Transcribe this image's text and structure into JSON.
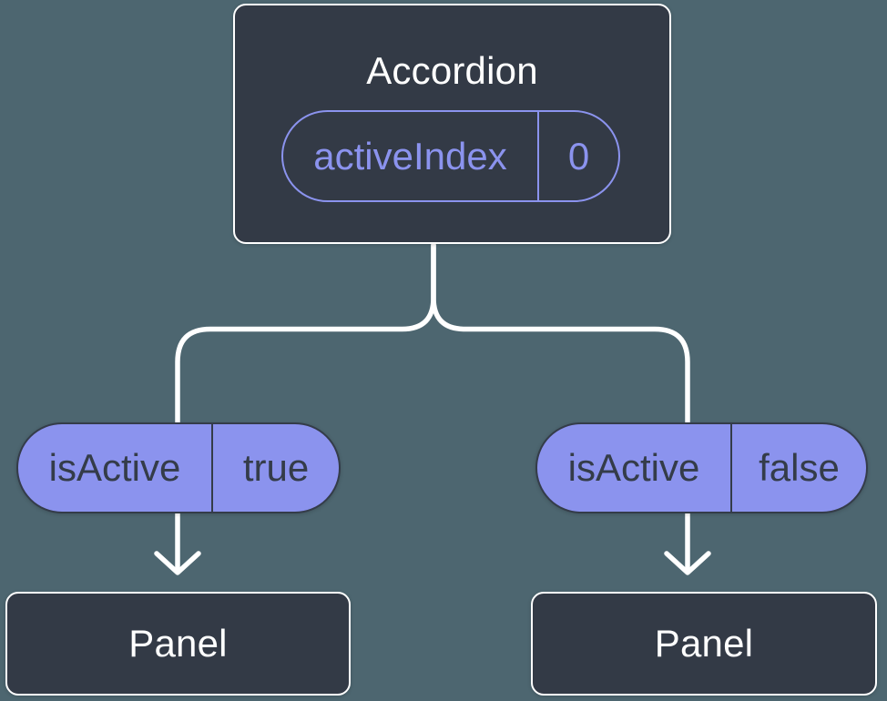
{
  "diagram": {
    "colors": {
      "bg": "#4d6670",
      "node-fill": "#333a46",
      "node-text": "#ffffff",
      "accent": "#8b93ee",
      "pill-text": "#343c49",
      "line": "#ffffff"
    },
    "root": {
      "title": "Accordion",
      "state_pill": {
        "label": "activeIndex",
        "value": "0"
      }
    },
    "branches": [
      {
        "prop_pill": {
          "label": "isActive",
          "value": "true"
        },
        "node": {
          "title": "Panel"
        }
      },
      {
        "prop_pill": {
          "label": "isActive",
          "value": "false"
        },
        "node": {
          "title": "Panel"
        }
      }
    ]
  }
}
